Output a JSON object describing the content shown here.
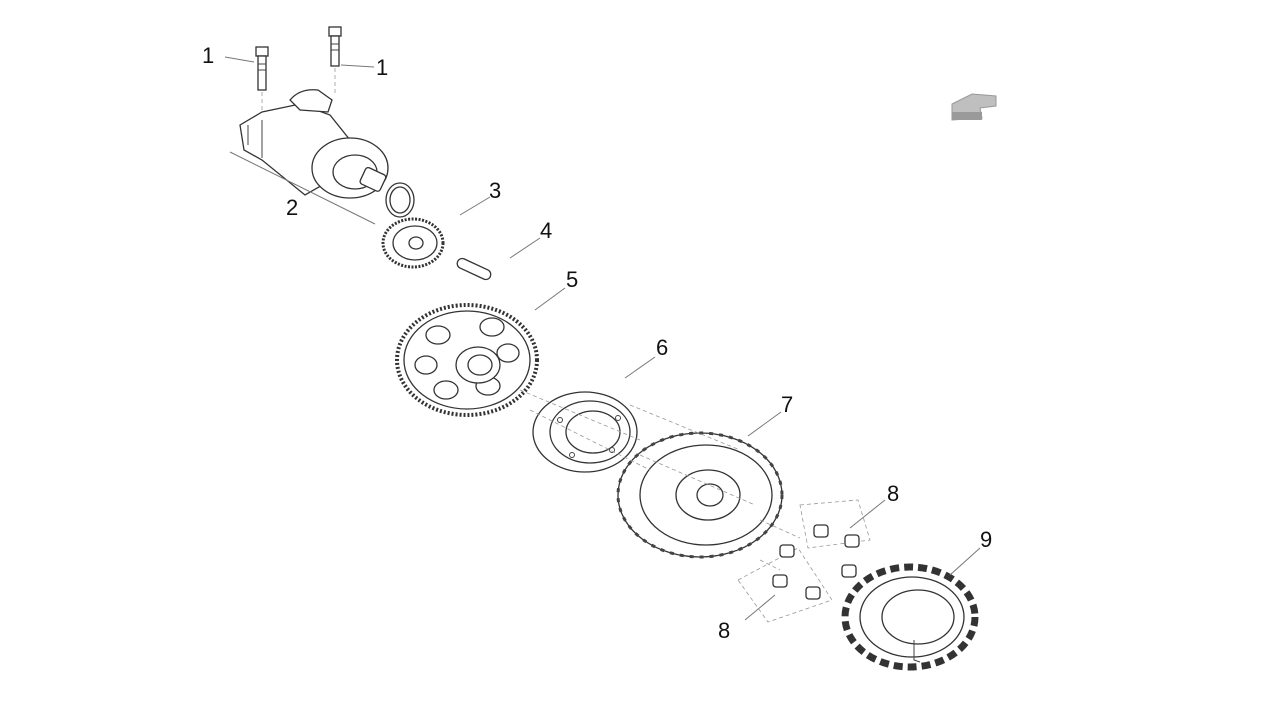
{
  "labels": {
    "bolt_left": "1",
    "bolt_right": "1",
    "starter_motor": "2",
    "small_gear": "3",
    "pin": "4",
    "large_gear": "5",
    "one_way_clutch": "6",
    "flywheel": "7",
    "screws_upper": "8",
    "screws_lower": "8",
    "stator": "9"
  },
  "icons": {
    "direction_arrow": "front-direction-arrow-icon"
  }
}
